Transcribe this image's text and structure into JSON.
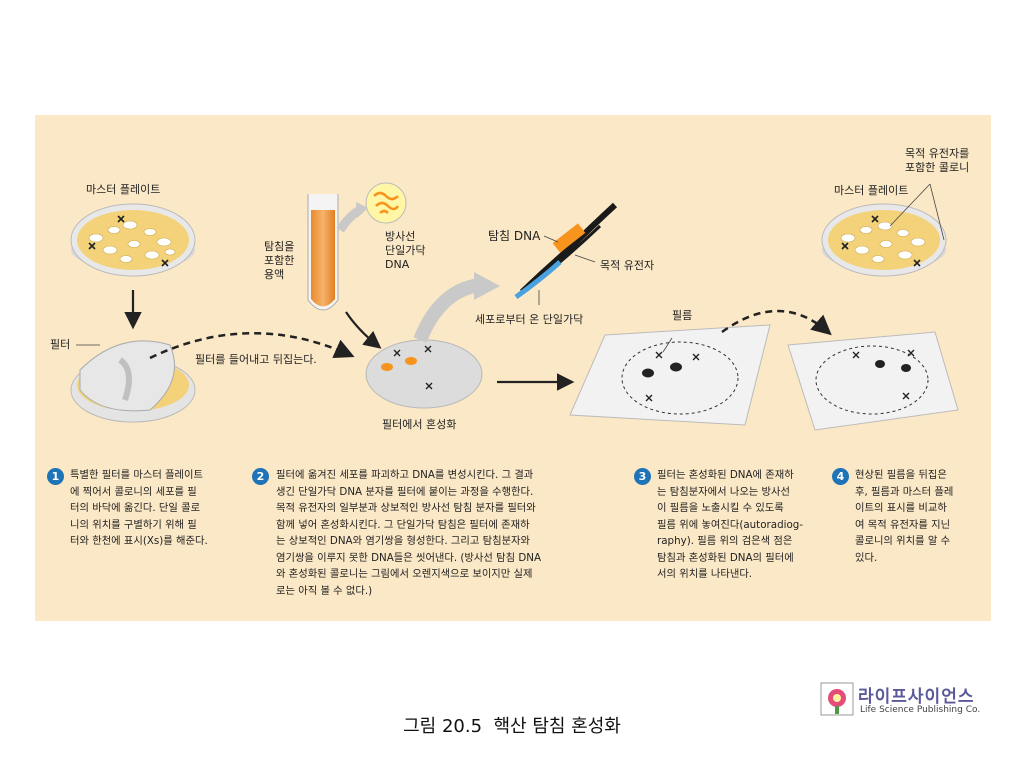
{
  "labels": {
    "master_plate_left": "마스터 플레이트",
    "filter": "필터",
    "probe_tube": "탐침을\n포함한\n용액",
    "radioactive_dna": "방사선\n단일가닥\nDNA",
    "flip_filter": "필터를 들어내고 뒤집는다.",
    "hybridize_filter": "필터에서 혼성화",
    "probe_dna": "탐침 DNA",
    "target_gene": "목적 유전자",
    "cell_strand": "세포로부터 온 단일가닥",
    "film": "필름",
    "master_plate_right": "마스터 플레이트",
    "target_colony": "목적 유전자를\n포함한 콜로니"
  },
  "steps": [
    {
      "number": "1",
      "text": "특별한 필터를 마스터 플레이트\n에 찍어서 콜로니의 세포를 필\n터의 바닥에 옮긴다. 단일 콜로\n니의 위치를 구별하기 위해 필\n터와 한천에 표시(Xs)를 해준다."
    },
    {
      "number": "2",
      "text": "필터에 옮겨진 세포를 파괴하고 DNA를 변성시킨다. 그 결과\n생긴 단일가닥 DNA 분자를 필터에 붙이는 과정을 수행한다.\n목적 유전자의 일부분과 상보적인 방사선 탐침 분자를 필터와\n함께 넣어 혼성화시킨다. 그 단일가닥 탐침은 필터에 존재하\n는 상보적인 DNA와 염기쌍을 형성한다. 그리고 탐침분자와\n염기쌍을 이루지 못한 DNA들은 씻어낸다. (방사선 탐침 DNA\n와 혼성화된 콜로니는 그림에서 오렌지색으로 보이지만 실제\n로는 아직 볼 수 없다.)"
    },
    {
      "number": "3",
      "text": "필터는 혼성화된 DNA에 존재하\n는 탐침분자에서 나오는 방사선\n이 필름을 노출시킬 수 있도록\n필름 위에 놓여진다(autoradiog-\nraphy). 필름 위의 검은색 점은\n탐침과 혼성화된 DNA의 필터에\n서의 위치를 나타낸다."
    },
    {
      "number": "4",
      "text": "현상된 필름을 뒤집은\n후, 필름과 마스터 플레\n이트의 표시를 비교하\n여 목적 유전자를 지닌\n콜로니의 위치를 알 수\n있다."
    }
  ],
  "caption": "그림 20.5  핵산 탐침 혼성화",
  "publisher": {
    "korean": "라이프사이언스",
    "english": "Life Science Publishing Co."
  },
  "colors": {
    "panel": "#fbe8c6",
    "step_badge": "#1f73b7",
    "agar": "#f3d27a",
    "probe": "#f7941d"
  }
}
